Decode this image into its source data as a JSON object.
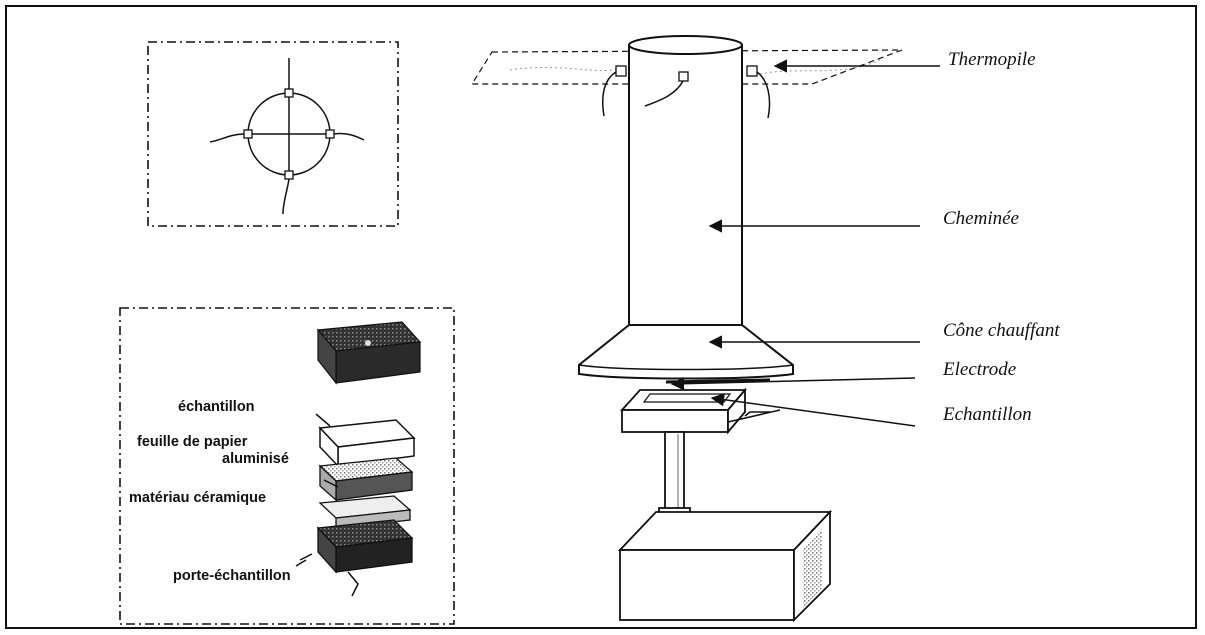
{
  "labels": {
    "thermopile": "Thermopile",
    "cheminee": "Cheminée",
    "cone": "Cône chauffant",
    "electrode": "Electrode",
    "echantillon": "Echantillon"
  },
  "inset": {
    "echantillon": "échantillon",
    "feuille_line1": "feuille de papier",
    "feuille_line2": "aluminisé",
    "materiau": "matériau céramique",
    "porte": "porte-échantillon"
  },
  "icons": [
    "thermopile-top-view",
    "sample-layers-exploded"
  ]
}
